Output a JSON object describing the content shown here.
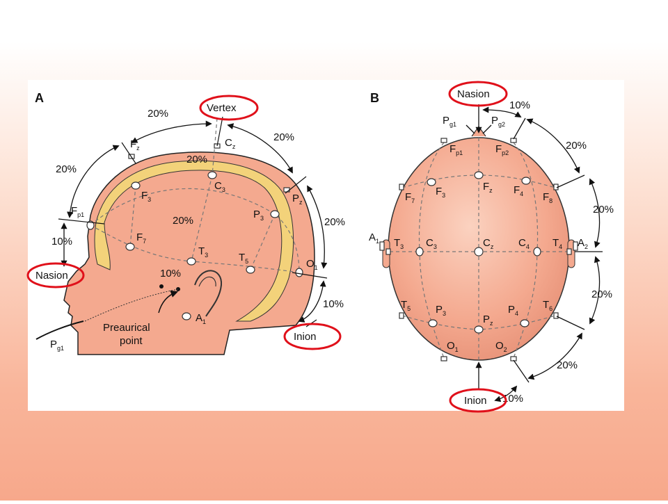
{
  "colors": {
    "skin": "#f4a98f",
    "skin_dark": "#e48c72",
    "bone": "#f3d27a",
    "callout_ring": "#e0101a",
    "panel_bg": "#ffffff"
  },
  "panel_a": {
    "letter": "A",
    "callouts": {
      "vertex": "Vertex",
      "nasion": "Nasion",
      "inion": "Inion"
    },
    "preauricular": [
      "Preaurical",
      "point"
    ],
    "electrodes": {
      "fz": {
        "main": "F",
        "sub": "z"
      },
      "cz": {
        "main": "C",
        "sub": "z"
      },
      "pz": {
        "main": "P",
        "sub": "z"
      },
      "fp1": {
        "main": "F",
        "sub": "p1"
      },
      "f3": {
        "main": "F",
        "sub": "3"
      },
      "c3": {
        "main": "C",
        "sub": "3"
      },
      "p3": {
        "main": "P",
        "sub": "3"
      },
      "f7": {
        "main": "F",
        "sub": "7"
      },
      "t3": {
        "main": "T",
        "sub": "3"
      },
      "t5": {
        "main": "T",
        "sub": "5"
      },
      "o1": {
        "main": "O",
        "sub": "1"
      },
      "a1": {
        "main": "A",
        "sub": "1"
      },
      "pg1": {
        "main": "P",
        "sub": "g1"
      }
    },
    "percents": [
      "20%",
      "20%",
      "20%",
      "20%",
      "20%",
      "20%",
      "10%",
      "10%",
      "10%"
    ]
  },
  "panel_b": {
    "letter": "B",
    "callouts": {
      "nasion": "Nasion",
      "inion": "Inion"
    },
    "electrodes": {
      "pg1": {
        "main": "P",
        "sub": "g1"
      },
      "pg2": {
        "main": "P",
        "sub": "g2"
      },
      "fp1": {
        "main": "F",
        "sub": "p1"
      },
      "fp2": {
        "main": "F",
        "sub": "p2"
      },
      "f7": {
        "main": "F",
        "sub": "7"
      },
      "f3": {
        "main": "F",
        "sub": "3"
      },
      "fz": {
        "main": "F",
        "sub": "z"
      },
      "f4": {
        "main": "F",
        "sub": "4"
      },
      "f8": {
        "main": "F",
        "sub": "8"
      },
      "a1": {
        "main": "A",
        "sub": "1"
      },
      "t3": {
        "main": "T",
        "sub": "3"
      },
      "c3": {
        "main": "C",
        "sub": "3"
      },
      "cz": {
        "main": "C",
        "sub": "z"
      },
      "c4": {
        "main": "C",
        "sub": "4"
      },
      "t4": {
        "main": "T",
        "sub": "4"
      },
      "a2": {
        "main": "A",
        "sub": "2"
      },
      "t5": {
        "main": "T",
        "sub": "5"
      },
      "p3": {
        "main": "P",
        "sub": "3"
      },
      "pz": {
        "main": "P",
        "sub": "z"
      },
      "p4": {
        "main": "P",
        "sub": "4"
      },
      "t6": {
        "main": "T",
        "sub": "6"
      },
      "o1": {
        "main": "O",
        "sub": "1"
      },
      "o2": {
        "main": "O",
        "sub": "2"
      }
    },
    "percents": [
      "10%",
      "20%",
      "20%",
      "20%",
      "20%",
      "10%"
    ]
  }
}
